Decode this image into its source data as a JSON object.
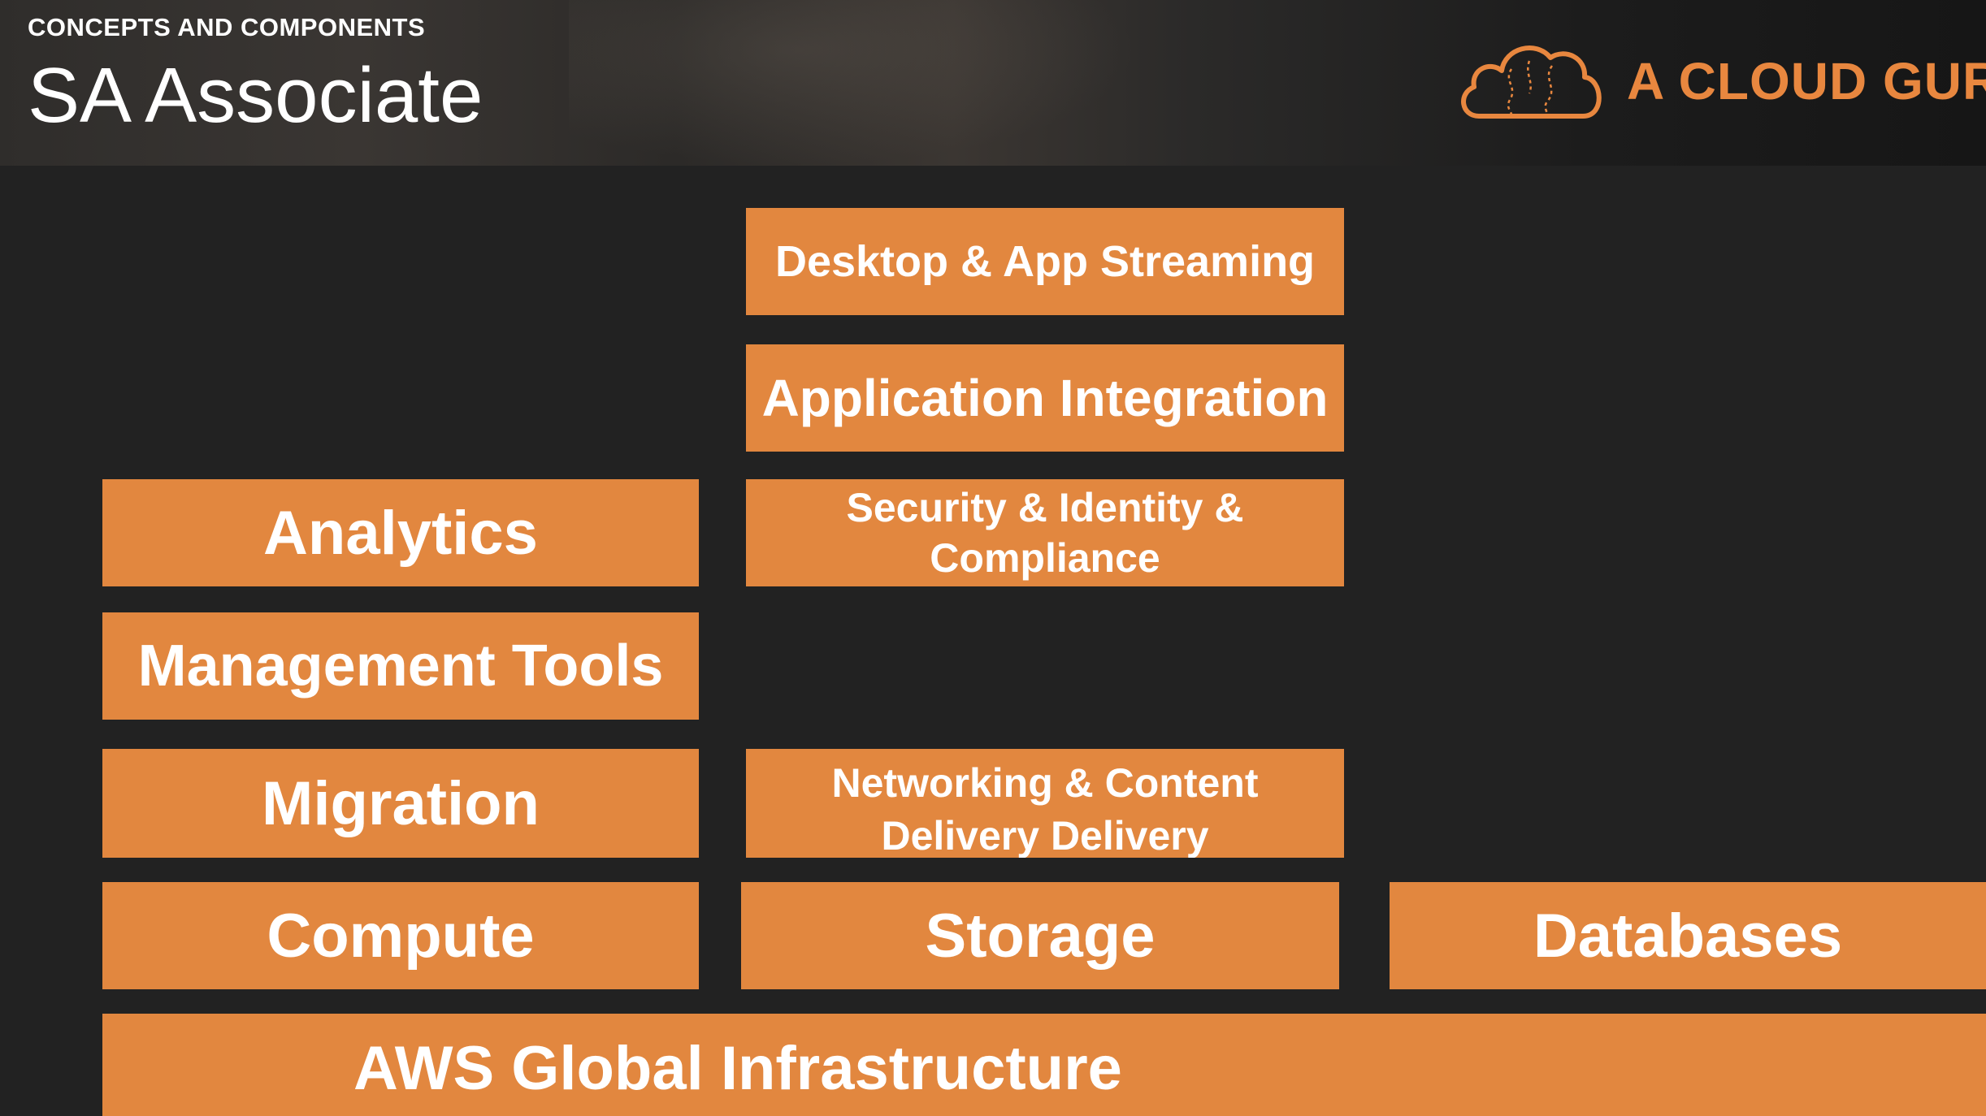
{
  "header": {
    "eyebrow": "CONCEPTS AND COMPONENTS",
    "title": "SA Associate",
    "brand": "A CLOUD GURU"
  },
  "colors": {
    "block": "#e2873f",
    "background": "#222222",
    "brand": "#e8873f",
    "text": "#ffffff"
  },
  "diagram": {
    "desktop_streaming": "Desktop & App Streaming",
    "application_integration": "Application Integration",
    "analytics": "Analytics",
    "security_line1": "Security & Identity &",
    "security_line2": "Compliance",
    "management_tools": "Management Tools",
    "migration": "Migration",
    "networking_line1": "Networking & Content",
    "networking_line2": "Delivery Delivery",
    "compute": "Compute",
    "storage": "Storage",
    "databases": "Databases",
    "global_infrastructure": "AWS Global Infrastructure"
  }
}
